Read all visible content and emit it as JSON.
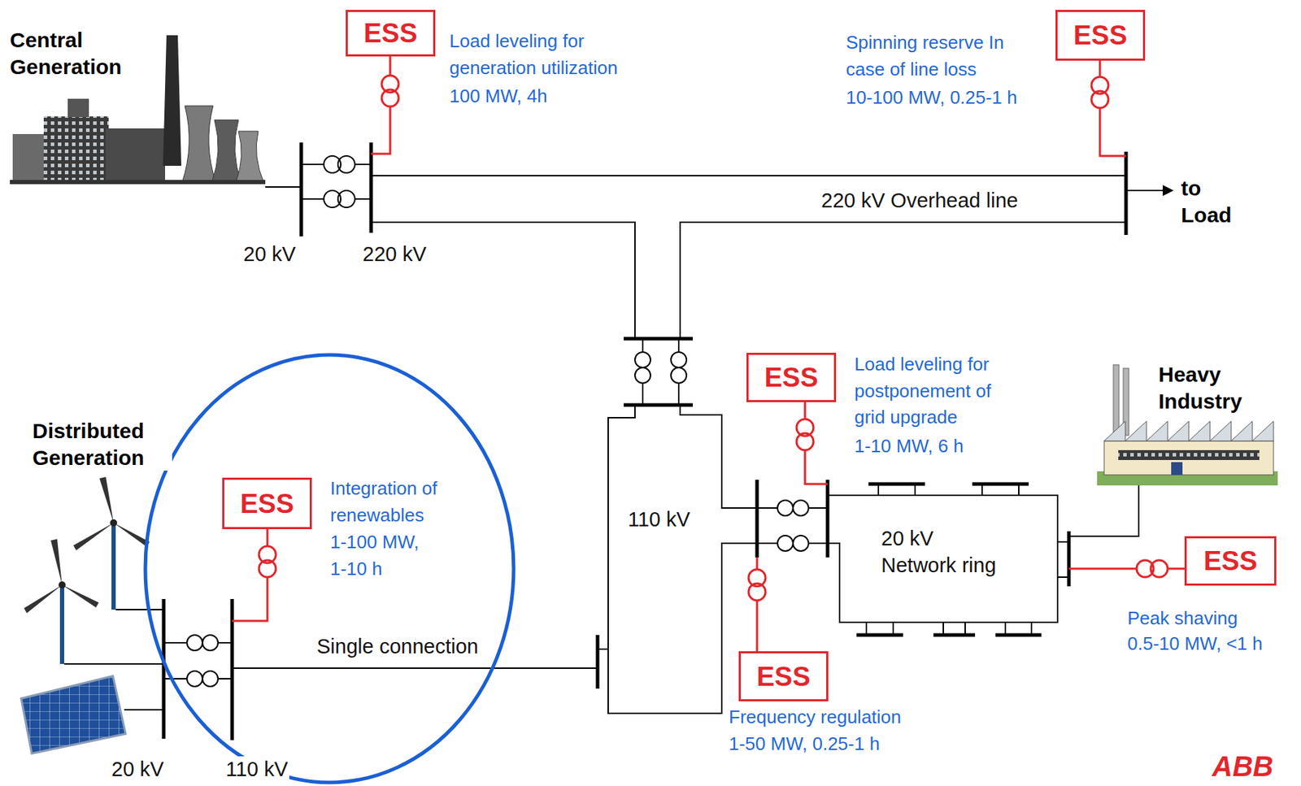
{
  "diagram": {
    "nodes": [
      {
        "text": [
          "ESS"
        ]
      },
      {
        "text": [
          "ESS"
        ]
      },
      {
        "text": [
          "ESS"
        ]
      },
      {
        "text": [
          "ESS"
        ]
      },
      {
        "text": [
          "ESS"
        ]
      },
      {
        "text": [
          "ESS"
        ]
      }
    ],
    "labels": [
      "Central Generation",
      "Load leveling for generation utilization",
      "100 MW, 4h",
      "Spinning reserve In case of line loss",
      "10-100 MW, 0.25-1 h",
      "20 kV",
      "220 kV",
      "220 kV Overhead line",
      "to Load",
      "110 kV",
      "Load leveling for postponement of grid upgrade",
      "1-10 MW, 6 h",
      "Heavy Industry",
      "20 kV Network ring",
      "Peak shaving",
      "0.5-10 MW, <1 h",
      "Frequency regulation",
      "1-50 MW, 0.25-1 h",
      "Distributed Generation",
      "Integration of renewables",
      "1-100 MW, 1-10 h",
      "Single connection",
      "20 kV",
      "110 kV",
      "ABB"
    ]
  }
}
